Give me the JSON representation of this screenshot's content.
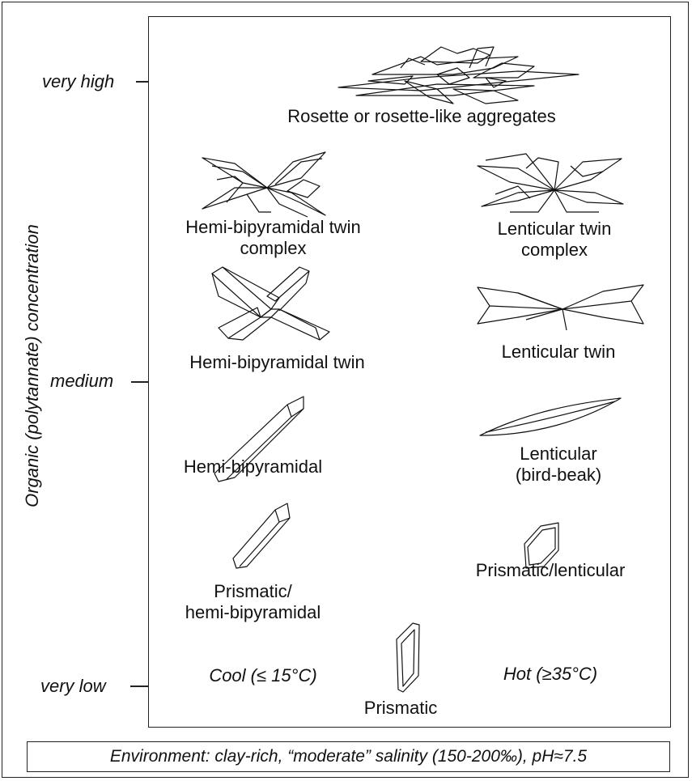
{
  "axis": {
    "title": "Organic (polytannate) concentration",
    "levels": [
      "very high",
      "medium",
      "very low"
    ]
  },
  "crystals": {
    "rosette": "Rosette or rosette-like aggregates",
    "hemi_twin_complex": [
      "Hemi-bipyramidal twin",
      "complex"
    ],
    "lent_twin_complex": [
      "Lenticular twin",
      "complex"
    ],
    "hemi_twin": "Hemi-bipyramidal twin",
    "lent_twin": "Lenticular twin",
    "hemi_bipyramidal": "Hemi-bipyramidal",
    "lenticular": [
      "Lenticular",
      "(bird-beak)"
    ],
    "prismatic_hemi": [
      "Prismatic/",
      "hemi-bipyramidal"
    ],
    "prismatic_lent": "Prismatic/lenticular",
    "prismatic": "Prismatic"
  },
  "temperature": {
    "cool": "Cool (≤ 15°C)",
    "hot": "Hot (≥35°C)"
  },
  "environment": "Environment: clay-rich, “moderate” salinity (150-200‰), pH≈7.5"
}
